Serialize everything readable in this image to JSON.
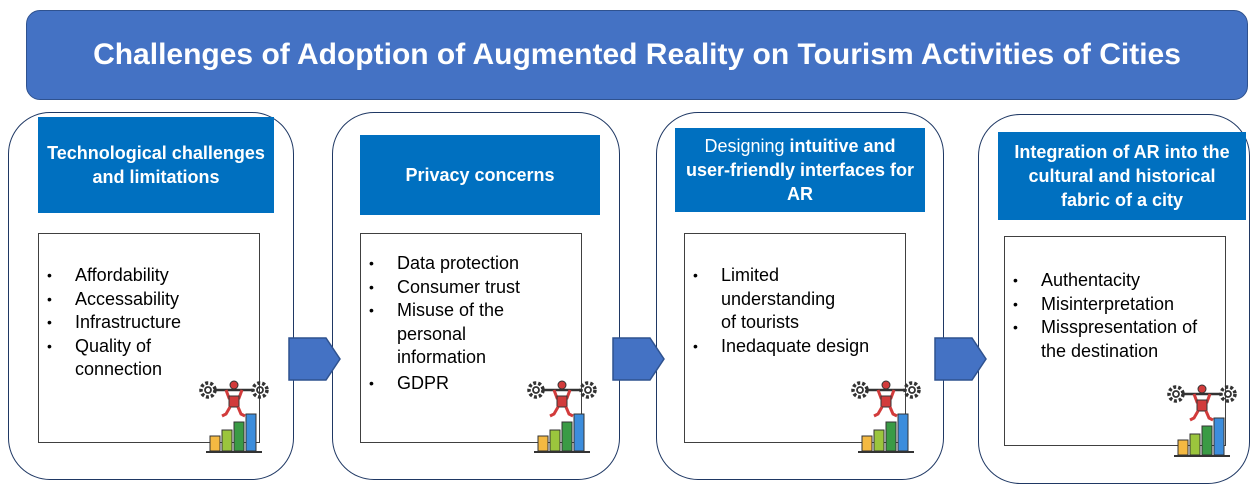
{
  "title": "Challenges of Adoption of Augmented Reality on Tourism Activities of Cities",
  "panels": [
    {
      "heading": "Technological challenges and limitations",
      "items": [
        "Affordability",
        "Accessability",
        "Infrastructure",
        "Quality of connection"
      ]
    },
    {
      "heading": "Privacy concerns",
      "items": [
        "Data protection",
        "Consumer trust",
        "Misuse of the personal information",
        "GDPR"
      ]
    },
    {
      "heading_parts": [
        "Designing ",
        "intuitive and user-friendly interfaces for AR"
      ],
      "items": [
        "Limited understanding of tourists",
        "Inedaquate design"
      ]
    },
    {
      "heading": "Integration of AR into the cultural and historical fabric of a city",
      "items": [
        "Authentacity",
        "Misinterpretation",
        "Misspresentation of the destination"
      ]
    }
  ],
  "icons": [
    "arrow-right-icon",
    "weightlifter-gears-growth-icon"
  ],
  "colors": {
    "title_fill": "#4472C4",
    "heading_fill": "#0070C0",
    "arrow_fill": "#4472C4",
    "bar_colors": [
      "#F4B942",
      "#9BC53D",
      "#3A9B45",
      "#3C8DDC"
    ],
    "figure_red": "#D23B3B"
  }
}
